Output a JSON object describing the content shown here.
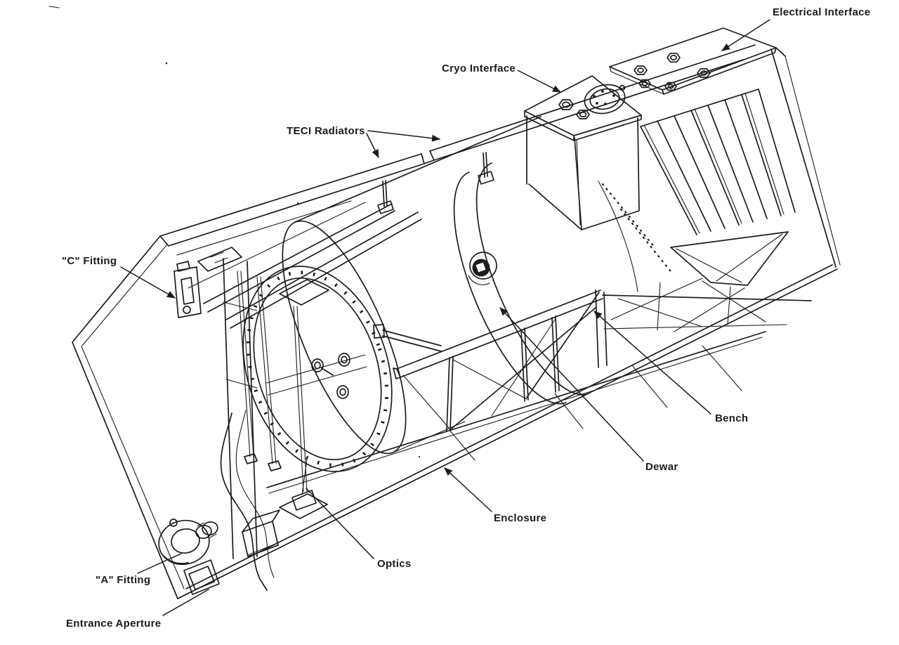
{
  "figure": {
    "type": "technical-line-diagram",
    "labels": {
      "electrical_interface": "Electrical Interface",
      "cryo_interface": "Cryo Interface",
      "teci_radiators": "TECI Radiators",
      "c_fitting": "\"C\" Fitting",
      "bench": "Bench",
      "dewar": "Dewar",
      "enclosure": "Enclosure",
      "optics": "Optics",
      "a_fitting": "\"A\" Fitting",
      "entrance_aperture": "Entrance Aperture"
    },
    "colors": {
      "ink": "#1c1c1c",
      "paper": "#ffffff"
    }
  }
}
